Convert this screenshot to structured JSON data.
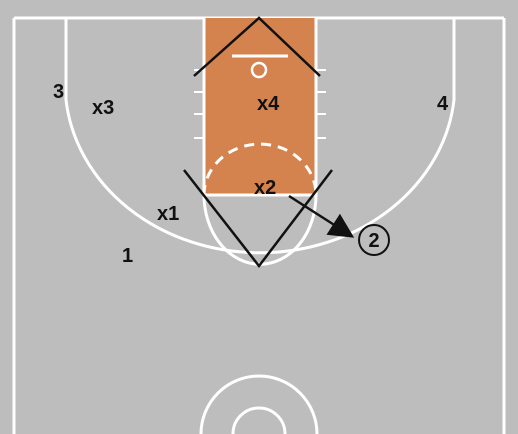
{
  "colors": {
    "court": "#bdbdbd",
    "paint": "#d4834f",
    "lines": "#ffffff",
    "ink": "#111111"
  },
  "players": {
    "offense": [
      {
        "label": "1"
      },
      {
        "label": "2",
        "circled": true
      },
      {
        "label": "3"
      },
      {
        "label": "4"
      }
    ],
    "defense": [
      {
        "label": "x1"
      },
      {
        "label": "x2"
      },
      {
        "label": "x3"
      },
      {
        "label": "x4"
      }
    ]
  }
}
